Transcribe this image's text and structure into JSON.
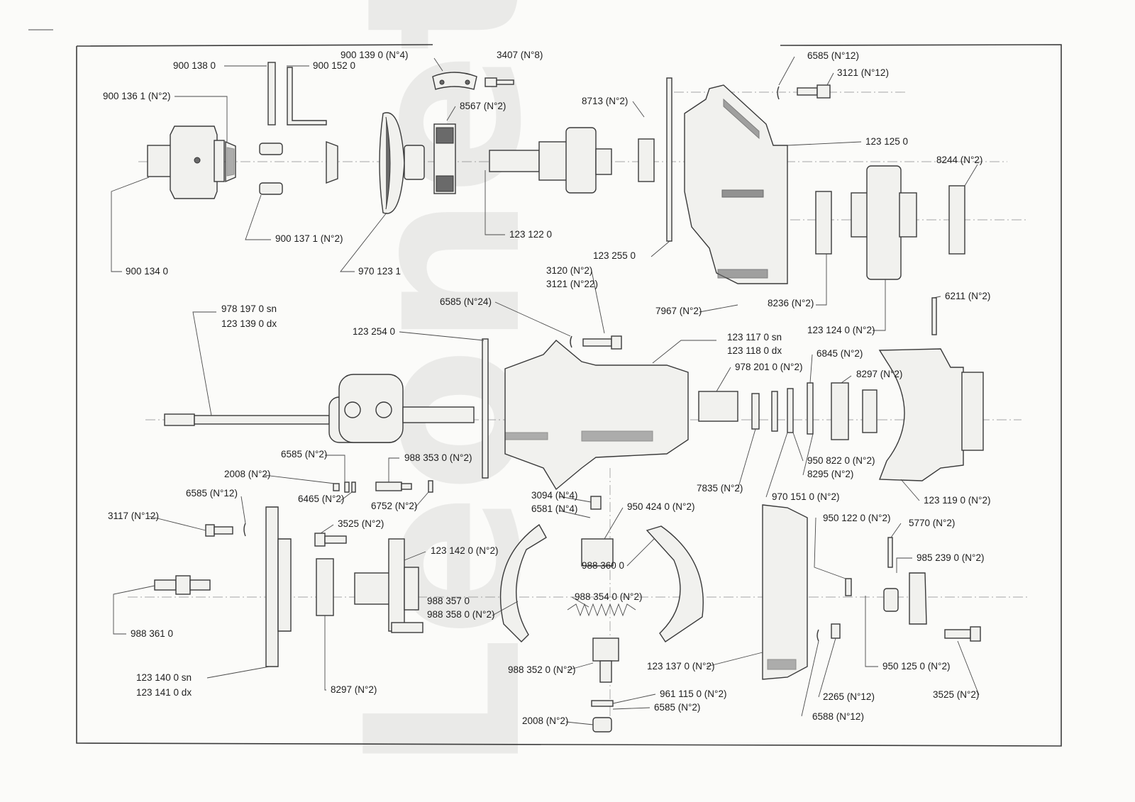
{
  "watermark": {
    "text": "Leonett"
  },
  "labels": {
    "l01": "900 138 0",
    "l02": "900 139 0 (N°4)",
    "l03": "3407 (N°8)",
    "l04": "900 152 0",
    "l05": "900 136 1 (N°2)",
    "l06": "8567 (N°2)",
    "l07": "8713 (N°2)",
    "l08": "6585 (N°12)",
    "l09": "3121 (N°12)",
    "l10": "123 125 0",
    "l11": "8244 (N°2)",
    "l12": "900 137 1 (N°2)",
    "l13": "123 122 0",
    "l14": "123 255 0",
    "l15": "900 134 0",
    "l16": "970 123 1",
    "l17": "3120 (N°2)",
    "l18": "3121 (N°22)",
    "l19": "6585 (N°24)",
    "l20": "7967 (N°2)",
    "l21": "8236 (N°2)",
    "l22": "6211 (N°2)",
    "l23": "978 197 0 sn",
    "l24": "123 139 0 dx",
    "l25": "123 254 0",
    "l26": "123 117 0 sn",
    "l27": "123 118 0 dx",
    "l28": "123 124 0 (N°2)",
    "l29": "6845 (N°2)",
    "l30": "978 201 0 (N°2)",
    "l31": "8297 (N°2)",
    "l32": "6585 (N°2)",
    "l33": "988 353 0 (N°2)",
    "l34": "2008 (N°2)",
    "l35": "6585 (N°12)",
    "l36": "6465 (N°2)",
    "l37": "6752 (N°2)",
    "l38": "7835 (N°2)",
    "l39": "970 151 0 (N°2)",
    "l40": "950 822 0 (N°2)",
    "l41": "8295 (N°2)",
    "l42": "3094 (N°4)",
    "l43": "6581 (N°4)",
    "l44": "950 424 0 (N°2)",
    "l45": "3117 (N°12)",
    "l46": "3525 (N°2)",
    "l47": "123 142 0 (N°2)",
    "l48": "950 122 0 (N°2)",
    "l49": "5770 (N°2)",
    "l50": "123 119 0 (N°2)",
    "l51": "988 360 0",
    "l52": "985 239 0 (N°2)",
    "l53": "988 357 0",
    "l54": "988 358 0 (N°2)",
    "l55": "988 354 0 (N°2)",
    "l56": "988 361 0",
    "l57": "123 140 0 sn",
    "l58": "123 141 0 dx",
    "l59": "988 352 0 (N°2)",
    "l60": "123 137 0 (N°2)",
    "l61": "950 125 0 (N°2)",
    "l62": "8297 (N°2)",
    "l63": "961 115 0 (N°2)",
    "l64": "2265 (N°12)",
    "l65": "3525 (N°2)",
    "l66": "6585 (N°2)",
    "l67": "6588 (N°12)",
    "l68": "2008 (N°2)"
  }
}
